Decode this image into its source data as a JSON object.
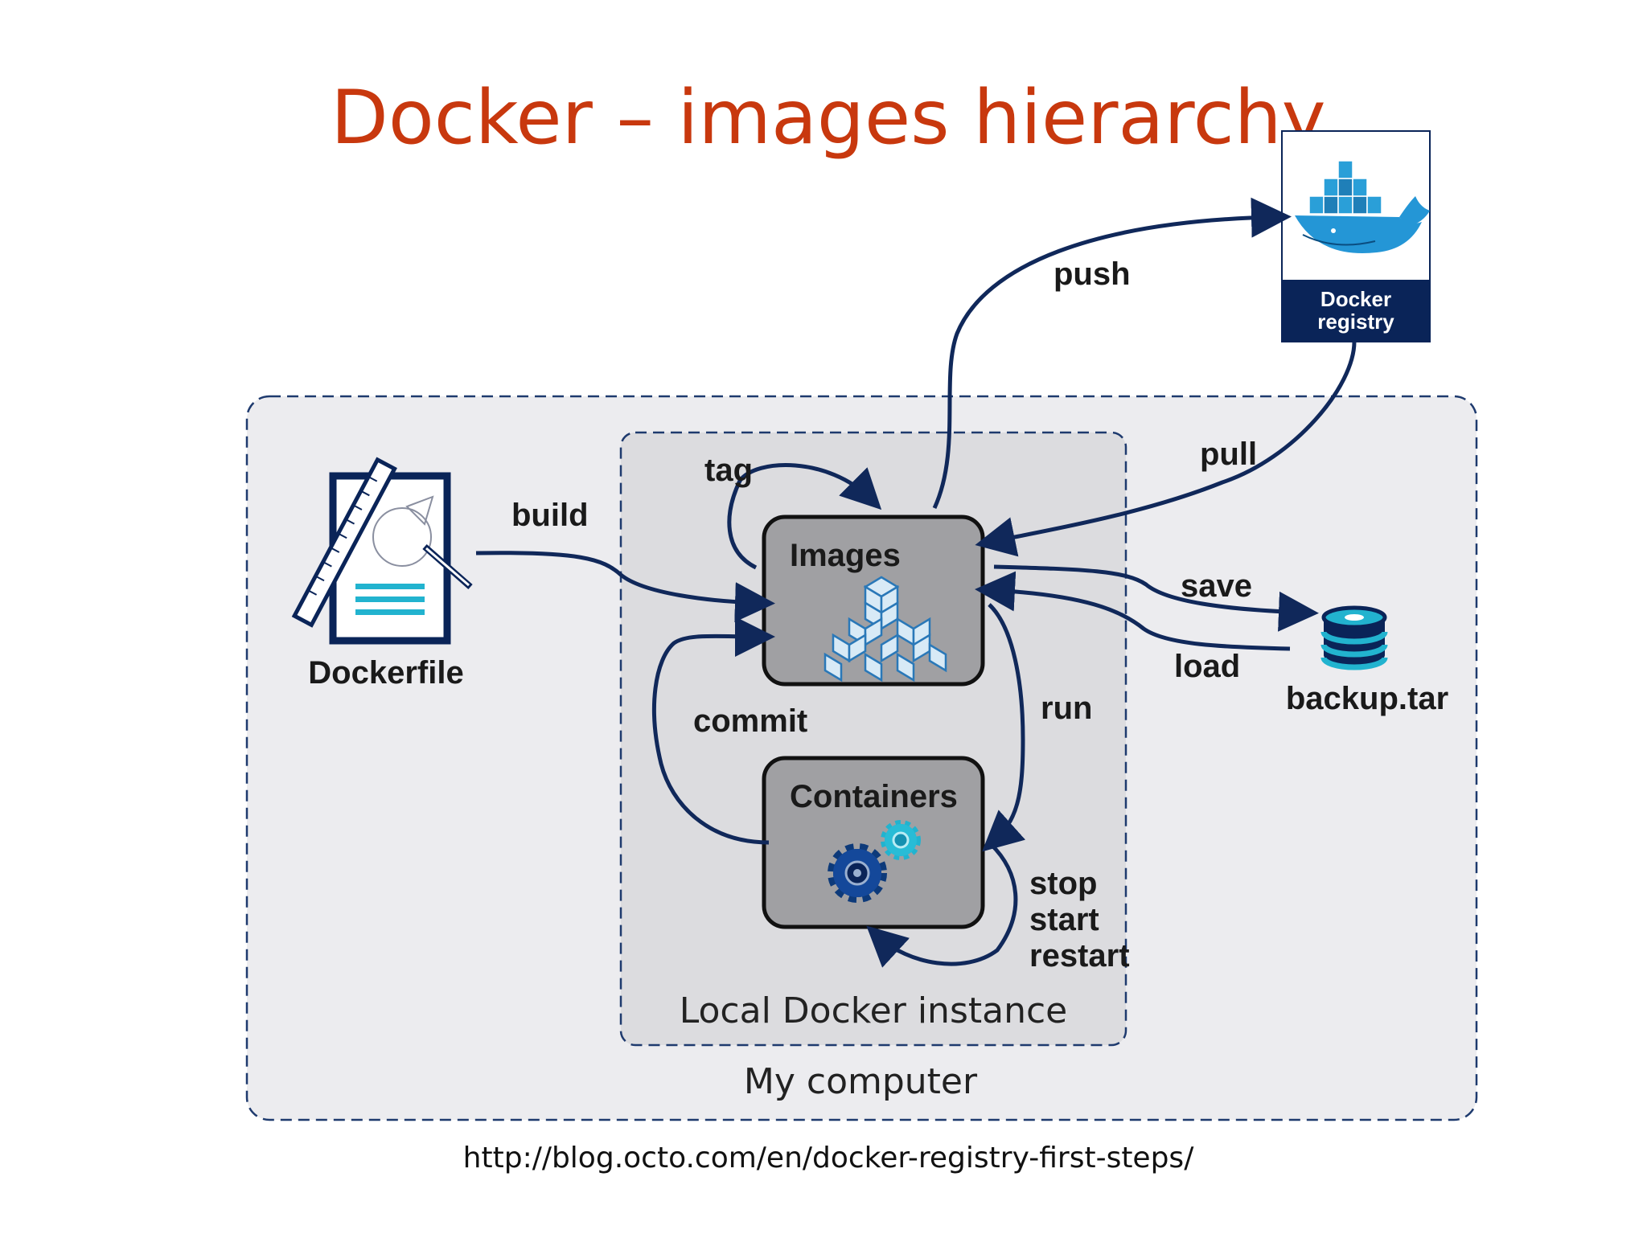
{
  "title": "Docker – images hierarchy",
  "source_url": "http://blog.octo.com/en/docker-registry-first-steps/",
  "regions": {
    "my_computer": "My computer",
    "local_instance": "Local Docker instance"
  },
  "nodes": {
    "dockerfile": "Dockerfile",
    "images": "Images",
    "containers": "Containers",
    "registry_line1": "Docker",
    "registry_line2": "registry",
    "backup": "backup.tar"
  },
  "edges": {
    "build": "build",
    "tag": "tag",
    "push": "push",
    "pull": "pull",
    "save": "save",
    "load": "load",
    "commit": "commit",
    "run": "run",
    "stop": "stop",
    "start": "start",
    "restart": "restart"
  },
  "colors": {
    "title": "#c8380e",
    "arrow": "#10285a",
    "registry_navy": "#0a2458",
    "docker_blue": "#2496d6",
    "accent_teal": "#22b3cf"
  }
}
